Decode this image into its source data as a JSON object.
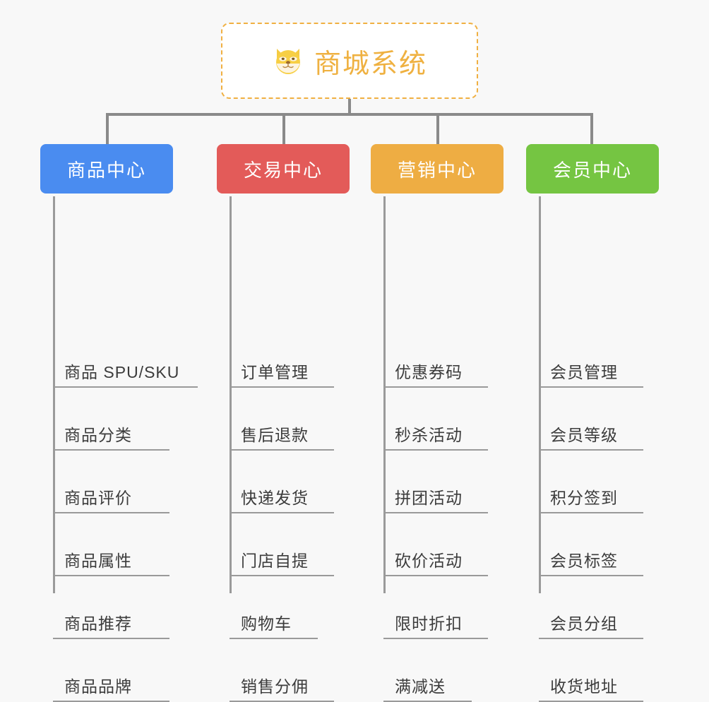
{
  "diagram": {
    "type": "mindmap",
    "title": "商城系统",
    "background_color": "#f8f8f8",
    "root": {
      "label": "商城系统",
      "icon": "shiba-dog-face-emoji",
      "emoji": "🐕",
      "text_color": "#efb141",
      "border_color": "#f0b042",
      "background_color": "#ffffff"
    },
    "connector_color": "#8a8a8a",
    "branches": [
      {
        "label": "商品中心",
        "color": "#4a8cf0",
        "items": [
          "商品 SPU/SKU",
          "商品分类",
          "商品评价",
          "商品属性",
          "商品推荐",
          "商品品牌"
        ]
      },
      {
        "label": "交易中心",
        "color": "#e35b59",
        "items": [
          "订单管理",
          "售后退款",
          "快递发货",
          "门店自提",
          "购物车",
          "销售分佣"
        ]
      },
      {
        "label": "营销中心",
        "color": "#eead43",
        "items": [
          "优惠券码",
          "秒杀活动",
          "拼团活动",
          "砍价活动",
          "限时折扣",
          "满减送"
        ]
      },
      {
        "label": "会员中心",
        "color": "#75c542",
        "items": [
          "会员管理",
          "会员等级",
          "积分签到",
          "会员标签",
          "会员分组",
          "收货地址"
        ]
      }
    ]
  }
}
